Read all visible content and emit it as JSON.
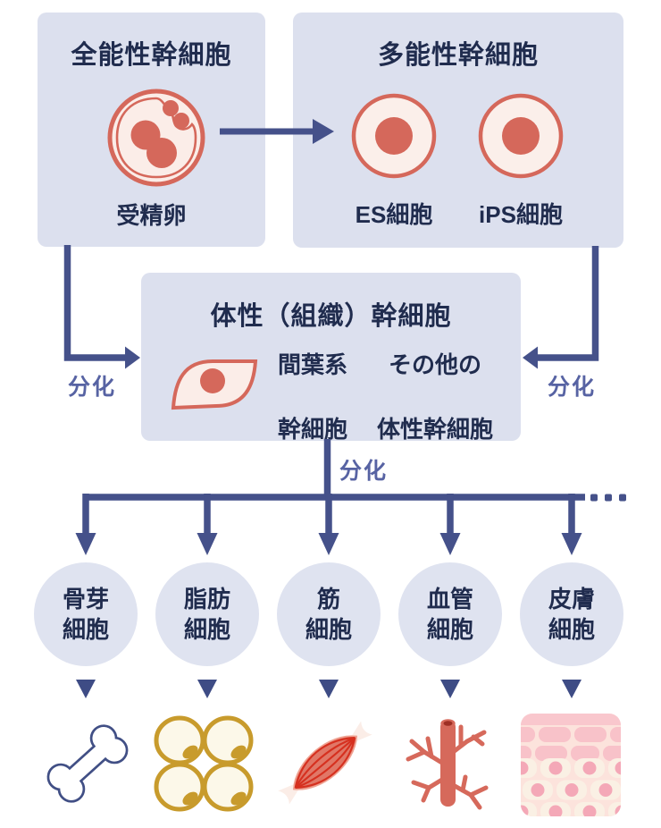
{
  "diagram": {
    "totipotent": {
      "title": "全能性幹細胞",
      "egg_label": "受精卵"
    },
    "pluripotent": {
      "title": "多能性幹細胞",
      "es_label": "ES細胞",
      "ips_label": "iPS細胞"
    },
    "somatic": {
      "title": "体性（組織）幹細胞",
      "mesenchymal_line1": "間葉系",
      "mesenchymal_line2": "幹細胞",
      "other_line1": "その他の",
      "other_line2": "体性幹細胞"
    },
    "differentiation_label": "分化",
    "derived_cells": [
      {
        "line1": "骨芽",
        "line2": "細胞",
        "icon": "bone"
      },
      {
        "line1": "脂肪",
        "line2": "細胞",
        "icon": "fat-cells"
      },
      {
        "line1": "筋",
        "line2": "細胞",
        "icon": "muscle"
      },
      {
        "line1": "血管",
        "line2": "細胞",
        "icon": "blood-vessel"
      },
      {
        "line1": "皮膚",
        "line2": "細胞",
        "icon": "skin"
      }
    ],
    "colors": {
      "panel_background": "#DCE0EE",
      "circle_background": "#DFE3F0",
      "text_navy": "#202C4E",
      "arrow_blue": "#45518A",
      "differentiation_label_blue": "#5763A3",
      "cell_red": "#D5685B",
      "cell_fill_pink": "#FBEDE8",
      "vessel_opening_dark": "#9E2F24",
      "fat_gold": "#C89B2C",
      "fat_fill": "#FCF8E9",
      "muscle_body": "#E17767",
      "muscle_stripe": "#D6301F",
      "skin_background": "#FCE3DC",
      "skin_brick_pink": "#F8C2C9",
      "skin_cell_cream": "#FAF0E4",
      "skin_dot_pink": "#F4A8B7"
    }
  }
}
